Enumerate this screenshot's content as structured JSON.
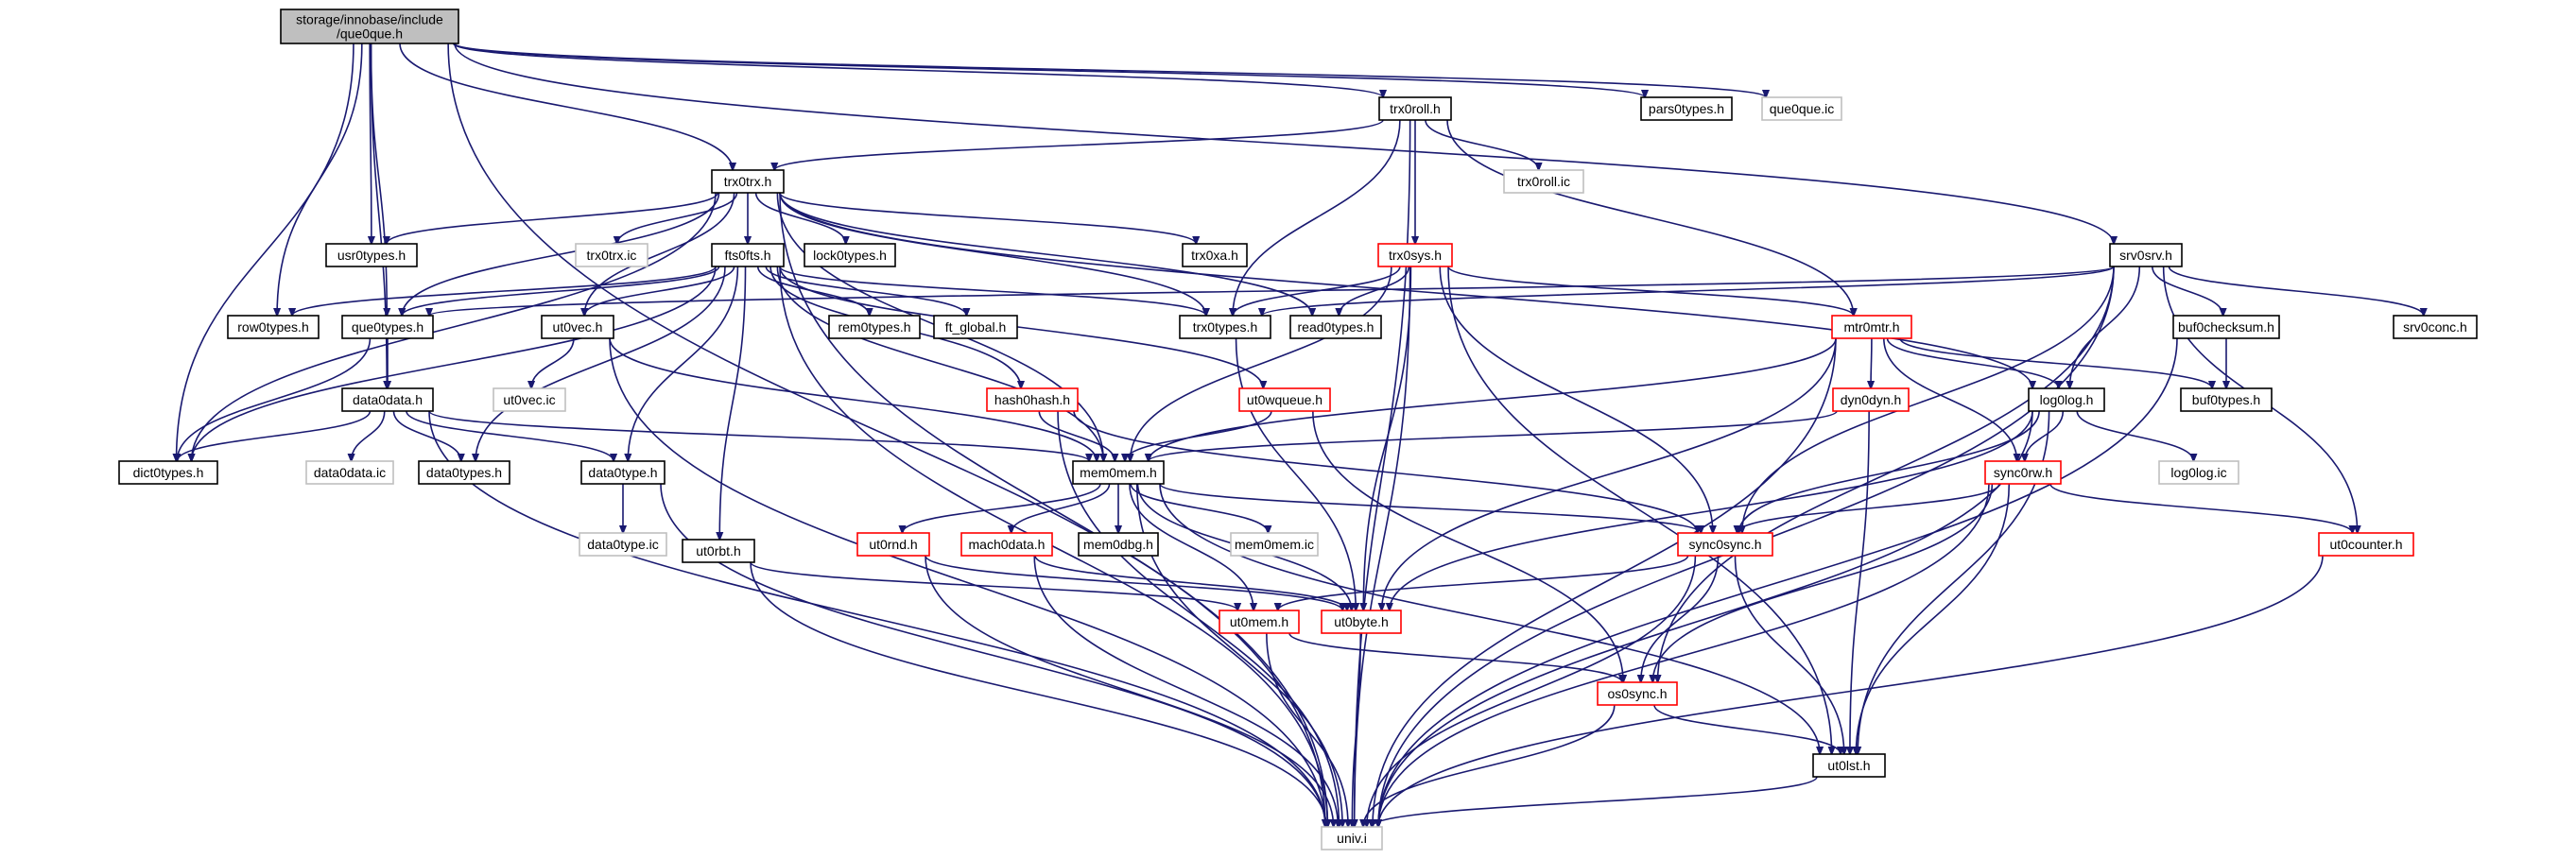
{
  "diagram": {
    "colors": {
      "root_fill": "#bfbfbf",
      "normal_border": "#000000",
      "truncated_border": "#ff0000",
      "external_border": "#bfbfbf",
      "external_text": "#808080",
      "edge": "#191970"
    },
    "nodes": [
      {
        "id": "que0que_h",
        "label": "storage/innobase/include\n/que0que.h",
        "kind": "root"
      },
      {
        "id": "trx0roll_h",
        "label": "trx0roll.h",
        "kind": "normal"
      },
      {
        "id": "pars0types_h",
        "label": "pars0types.h",
        "kind": "normal"
      },
      {
        "id": "que0que_ic",
        "label": "que0que.ic",
        "kind": "external"
      },
      {
        "id": "trx0trx_h",
        "label": "trx0trx.h",
        "kind": "normal"
      },
      {
        "id": "trx0roll_ic",
        "label": "trx0roll.ic",
        "kind": "external"
      },
      {
        "id": "srv0srv_h",
        "label": "srv0srv.h",
        "kind": "normal"
      },
      {
        "id": "usr0types_h",
        "label": "usr0types.h",
        "kind": "normal"
      },
      {
        "id": "trx0trx_ic",
        "label": "trx0trx.ic",
        "kind": "external"
      },
      {
        "id": "lock0types_h",
        "label": "lock0types.h",
        "kind": "normal"
      },
      {
        "id": "trx0xa_h",
        "label": "trx0xa.h",
        "kind": "normal"
      },
      {
        "id": "trx0sys_h",
        "label": "trx0sys.h",
        "kind": "truncated"
      },
      {
        "id": "fts0fts_h",
        "label": "fts0fts.h",
        "kind": "normal"
      },
      {
        "id": "row0types_h",
        "label": "row0types.h",
        "kind": "normal"
      },
      {
        "id": "que0types_h",
        "label": "que0types.h",
        "kind": "normal"
      },
      {
        "id": "ut0vec_h",
        "label": "ut0vec.h",
        "kind": "normal"
      },
      {
        "id": "rem0types_h",
        "label": "rem0types.h",
        "kind": "normal"
      },
      {
        "id": "ft_global_h",
        "label": "ft_global.h",
        "kind": "normal"
      },
      {
        "id": "trx0types_h",
        "label": "trx0types.h",
        "kind": "normal"
      },
      {
        "id": "read0types_h",
        "label": "read0types.h",
        "kind": "normal"
      },
      {
        "id": "mtr0mtr_h",
        "label": "mtr0mtr.h",
        "kind": "truncated"
      },
      {
        "id": "buf0checksum_h",
        "label": "buf0checksum.h",
        "kind": "normal"
      },
      {
        "id": "srv0conc_h",
        "label": "srv0conc.h",
        "kind": "normal"
      },
      {
        "id": "ut0vec_ic",
        "label": "ut0vec.ic",
        "kind": "external"
      },
      {
        "id": "data0data_h",
        "label": "data0data.h",
        "kind": "normal"
      },
      {
        "id": "hash0hash_h",
        "label": "hash0hash.h",
        "kind": "truncated"
      },
      {
        "id": "ut0wqueue_h",
        "label": "ut0wqueue.h",
        "kind": "truncated"
      },
      {
        "id": "dyn0dyn_h",
        "label": "dyn0dyn.h",
        "kind": "truncated"
      },
      {
        "id": "log0log_h",
        "label": "log0log.h",
        "kind": "normal"
      },
      {
        "id": "buf0types_h",
        "label": "buf0types.h",
        "kind": "normal"
      },
      {
        "id": "dict0types_h",
        "label": "dict0types.h",
        "kind": "normal"
      },
      {
        "id": "data0data_ic",
        "label": "data0data.ic",
        "kind": "external"
      },
      {
        "id": "data0types_h",
        "label": "data0types.h",
        "kind": "normal"
      },
      {
        "id": "data0type_h",
        "label": "data0type.h",
        "kind": "normal"
      },
      {
        "id": "mem0mem_h",
        "label": "mem0mem.h",
        "kind": "normal"
      },
      {
        "id": "sync0rw_h",
        "label": "sync0rw.h",
        "kind": "truncated"
      },
      {
        "id": "log0log_ic",
        "label": "log0log.ic",
        "kind": "external"
      },
      {
        "id": "data0type_ic",
        "label": "data0type.ic",
        "kind": "external"
      },
      {
        "id": "ut0rnd_h",
        "label": "ut0rnd.h",
        "kind": "truncated"
      },
      {
        "id": "mach0data_h",
        "label": "mach0data.h",
        "kind": "truncated"
      },
      {
        "id": "mem0dbg_h",
        "label": "mem0dbg.h",
        "kind": "normal"
      },
      {
        "id": "mem0mem_ic",
        "label": "mem0mem.ic",
        "kind": "external"
      },
      {
        "id": "sync0sync_h",
        "label": "sync0sync.h",
        "kind": "truncated"
      },
      {
        "id": "ut0counter_h",
        "label": "ut0counter.h",
        "kind": "truncated"
      },
      {
        "id": "ut0rbt_h",
        "label": "ut0rbt.h",
        "kind": "normal"
      },
      {
        "id": "ut0mem_h",
        "label": "ut0mem.h",
        "kind": "truncated"
      },
      {
        "id": "ut0byte_h",
        "label": "ut0byte.h",
        "kind": "truncated"
      },
      {
        "id": "os0sync_h",
        "label": "os0sync.h",
        "kind": "truncated"
      },
      {
        "id": "ut0lst_h",
        "label": "ut0lst.h",
        "kind": "normal"
      },
      {
        "id": "univ_i",
        "label": "univ.i",
        "kind": "external"
      }
    ],
    "edges": [
      [
        "que0que_h",
        "trx0roll_h"
      ],
      [
        "que0que_h",
        "pars0types_h"
      ],
      [
        "que0que_h",
        "que0que_ic"
      ],
      [
        "que0que_h",
        "trx0trx_h"
      ],
      [
        "que0que_h",
        "srv0srv_h"
      ],
      [
        "que0que_h",
        "usr0types_h"
      ],
      [
        "que0que_h",
        "row0types_h"
      ],
      [
        "que0que_h",
        "que0types_h"
      ],
      [
        "que0que_h",
        "data0data_h"
      ],
      [
        "que0que_h",
        "dict0types_h"
      ],
      [
        "que0que_h",
        "univ_i"
      ],
      [
        "trx0roll_h",
        "trx0trx_h"
      ],
      [
        "trx0roll_h",
        "trx0roll_ic"
      ],
      [
        "trx0roll_h",
        "trx0sys_h"
      ],
      [
        "trx0roll_h",
        "trx0types_h"
      ],
      [
        "trx0roll_h",
        "mtr0mtr_h"
      ],
      [
        "trx0roll_h",
        "univ_i"
      ],
      [
        "trx0trx_h",
        "usr0types_h"
      ],
      [
        "trx0trx_h",
        "trx0trx_ic"
      ],
      [
        "trx0trx_h",
        "lock0types_h"
      ],
      [
        "trx0trx_h",
        "trx0xa_h"
      ],
      [
        "trx0trx_h",
        "fts0fts_h"
      ],
      [
        "trx0trx_h",
        "que0types_h"
      ],
      [
        "trx0trx_h",
        "ut0vec_h"
      ],
      [
        "trx0trx_h",
        "trx0types_h"
      ],
      [
        "trx0trx_h",
        "read0types_h"
      ],
      [
        "trx0trx_h",
        "mem0mem_h"
      ],
      [
        "trx0trx_h",
        "dict0types_h"
      ],
      [
        "trx0trx_h",
        "log0log_h"
      ],
      [
        "trx0trx_h",
        "univ_i"
      ],
      [
        "trx0sys_h",
        "trx0types_h"
      ],
      [
        "trx0sys_h",
        "read0types_h"
      ],
      [
        "trx0sys_h",
        "mtr0mtr_h"
      ],
      [
        "trx0sys_h",
        "mem0mem_h"
      ],
      [
        "trx0sys_h",
        "sync0sync_h"
      ],
      [
        "trx0sys_h",
        "ut0byte_h"
      ],
      [
        "trx0sys_h",
        "ut0lst_h"
      ],
      [
        "trx0sys_h",
        "univ_i"
      ],
      [
        "fts0fts_h",
        "row0types_h"
      ],
      [
        "fts0fts_h",
        "que0types_h"
      ],
      [
        "fts0fts_h",
        "ut0vec_h"
      ],
      [
        "fts0fts_h",
        "rem0types_h"
      ],
      [
        "fts0fts_h",
        "ft_global_h"
      ],
      [
        "fts0fts_h",
        "trx0types_h"
      ],
      [
        "fts0fts_h",
        "hash0hash_h"
      ],
      [
        "fts0fts_h",
        "ut0wqueue_h"
      ],
      [
        "fts0fts_h",
        "data0types_h"
      ],
      [
        "fts0fts_h",
        "data0type_h"
      ],
      [
        "fts0fts_h",
        "dict0types_h"
      ],
      [
        "fts0fts_h",
        "mem0mem_h"
      ],
      [
        "fts0fts_h",
        "ut0rbt_h"
      ],
      [
        "fts0fts_h",
        "univ_i"
      ],
      [
        "srv0srv_h",
        "que0types_h"
      ],
      [
        "srv0srv_h",
        "trx0types_h"
      ],
      [
        "srv0srv_h",
        "buf0checksum_h"
      ],
      [
        "srv0srv_h",
        "srv0conc_h"
      ],
      [
        "srv0srv_h",
        "log0log_h"
      ],
      [
        "srv0srv_h",
        "sync0sync_h"
      ],
      [
        "srv0srv_h",
        "os0sync_h"
      ],
      [
        "srv0srv_h",
        "ut0counter_h"
      ],
      [
        "srv0srv_h",
        "univ_i"
      ],
      [
        "que0types_h",
        "data0data_h"
      ],
      [
        "que0types_h",
        "dict0types_h"
      ],
      [
        "ut0vec_h",
        "ut0vec_ic"
      ],
      [
        "ut0vec_h",
        "mem0mem_h"
      ],
      [
        "ut0vec_h",
        "univ_i"
      ],
      [
        "trx0types_h",
        "ut0byte_h"
      ],
      [
        "mtr0mtr_h",
        "dyn0dyn_h"
      ],
      [
        "mtr0mtr_h",
        "log0log_h"
      ],
      [
        "mtr0mtr_h",
        "buf0types_h"
      ],
      [
        "mtr0mtr_h",
        "mem0mem_h"
      ],
      [
        "mtr0mtr_h",
        "sync0rw_h"
      ],
      [
        "mtr0mtr_h",
        "ut0byte_h"
      ],
      [
        "mtr0mtr_h",
        "univ_i"
      ],
      [
        "buf0checksum_h",
        "buf0types_h"
      ],
      [
        "buf0checksum_h",
        "univ_i"
      ],
      [
        "data0data_h",
        "dict0types_h"
      ],
      [
        "data0data_h",
        "data0data_ic"
      ],
      [
        "data0data_h",
        "data0types_h"
      ],
      [
        "data0data_h",
        "data0type_h"
      ],
      [
        "data0data_h",
        "mem0mem_h"
      ],
      [
        "data0data_h",
        "univ_i"
      ],
      [
        "hash0hash_h",
        "mem0mem_h"
      ],
      [
        "hash0hash_h",
        "sync0sync_h"
      ],
      [
        "hash0hash_h",
        "univ_i"
      ],
      [
        "ut0wqueue_h",
        "mem0mem_h"
      ],
      [
        "ut0wqueue_h",
        "os0sync_h"
      ],
      [
        "dyn0dyn_h",
        "mem0mem_h"
      ],
      [
        "dyn0dyn_h",
        "ut0lst_h"
      ],
      [
        "log0log_h",
        "sync0rw_h"
      ],
      [
        "log0log_h",
        "log0log_ic"
      ],
      [
        "log0log_h",
        "sync0sync_h"
      ],
      [
        "log0log_h",
        "ut0byte_h"
      ],
      [
        "log0log_h",
        "ut0lst_h"
      ],
      [
        "log0log_h",
        "univ_i"
      ],
      [
        "data0type_h",
        "data0type_ic"
      ],
      [
        "data0type_h",
        "univ_i"
      ],
      [
        "mem0mem_h",
        "ut0rnd_h"
      ],
      [
        "mem0mem_h",
        "mach0data_h"
      ],
      [
        "mem0mem_h",
        "mem0dbg_h"
      ],
      [
        "mem0mem_h",
        "mem0mem_ic"
      ],
      [
        "mem0mem_h",
        "sync0sync_h"
      ],
      [
        "mem0mem_h",
        "ut0mem_h"
      ],
      [
        "mem0mem_h",
        "ut0byte_h"
      ],
      [
        "mem0mem_h",
        "ut0lst_h"
      ],
      [
        "mem0mem_h",
        "univ_i"
      ],
      [
        "sync0rw_h",
        "sync0sync_h"
      ],
      [
        "sync0rw_h",
        "ut0counter_h"
      ],
      [
        "sync0rw_h",
        "os0sync_h"
      ],
      [
        "sync0rw_h",
        "ut0lst_h"
      ],
      [
        "sync0rw_h",
        "univ_i"
      ],
      [
        "ut0rnd_h",
        "ut0byte_h"
      ],
      [
        "ut0rnd_h",
        "univ_i"
      ],
      [
        "mach0data_h",
        "ut0byte_h"
      ],
      [
        "mach0data_h",
        "univ_i"
      ],
      [
        "sync0sync_h",
        "ut0mem_h"
      ],
      [
        "sync0sync_h",
        "os0sync_h"
      ],
      [
        "sync0sync_h",
        "ut0lst_h"
      ],
      [
        "sync0sync_h",
        "univ_i"
      ],
      [
        "ut0counter_h",
        "univ_i"
      ],
      [
        "ut0rbt_h",
        "ut0mem_h"
      ],
      [
        "ut0rbt_h",
        "univ_i"
      ],
      [
        "ut0mem_h",
        "os0sync_h"
      ],
      [
        "ut0mem_h",
        "univ_i"
      ],
      [
        "ut0byte_h",
        "univ_i"
      ],
      [
        "os0sync_h",
        "ut0lst_h"
      ],
      [
        "os0sync_h",
        "univ_i"
      ],
      [
        "ut0lst_h",
        "univ_i"
      ]
    ]
  }
}
